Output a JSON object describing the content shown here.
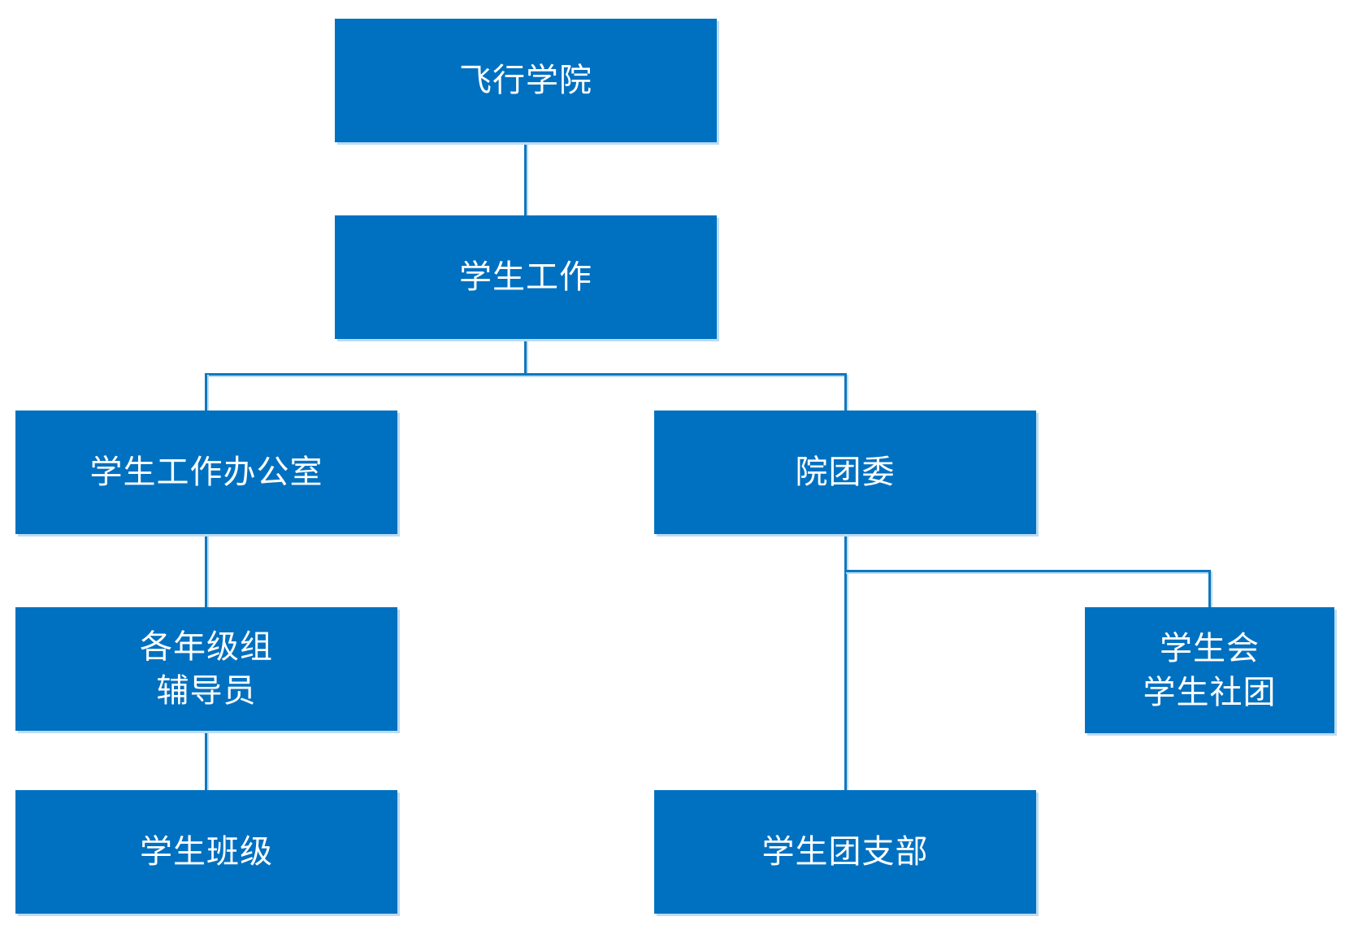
{
  "diagram": {
    "type": "org-chart",
    "colors": {
      "node_fill": "#0071c1",
      "node_text": "#ffffff",
      "connector": "#0f77c0",
      "halo": "#bcdcf4",
      "background": "#ffffff"
    },
    "nodes": [
      {
        "id": "root",
        "label": "飞行学院"
      },
      {
        "id": "student-affairs",
        "label": "学生工作"
      },
      {
        "id": "office",
        "label": "学生工作办公室"
      },
      {
        "id": "league",
        "label": "院团委"
      },
      {
        "id": "counselors",
        "label": "各年级组\n辅导员"
      },
      {
        "id": "union",
        "label": "学生会\n学生社团"
      },
      {
        "id": "classes",
        "label": "学生班级"
      },
      {
        "id": "branch",
        "label": "学生团支部"
      }
    ],
    "edges": [
      {
        "from": "root",
        "to": "student-affairs"
      },
      {
        "from": "student-affairs",
        "to": "office"
      },
      {
        "from": "student-affairs",
        "to": "league"
      },
      {
        "from": "office",
        "to": "counselors"
      },
      {
        "from": "counselors",
        "to": "classes"
      },
      {
        "from": "league",
        "to": "branch"
      },
      {
        "from": "league",
        "to": "union"
      }
    ]
  }
}
